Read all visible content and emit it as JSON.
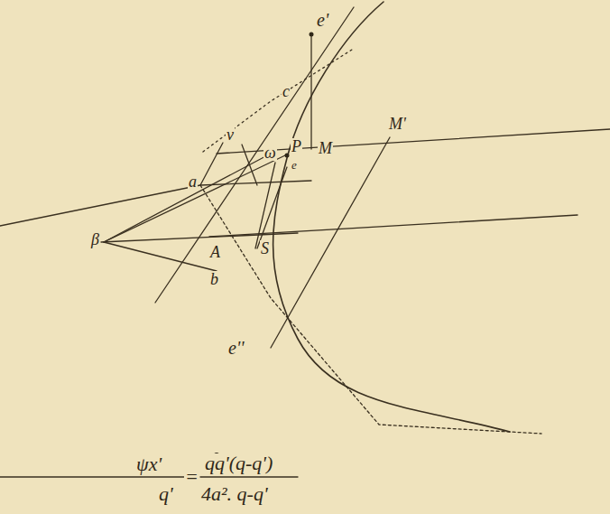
{
  "diagram": {
    "labels": [
      "e'",
      "c",
      "v",
      "ω",
      "P",
      "M",
      "M'",
      "e",
      "a",
      "β",
      "A",
      "S",
      "b",
      "e''",
      "ψx'",
      "q'",
      "=",
      "qq'(q-q')",
      "4a². q-q'"
    ]
  }
}
